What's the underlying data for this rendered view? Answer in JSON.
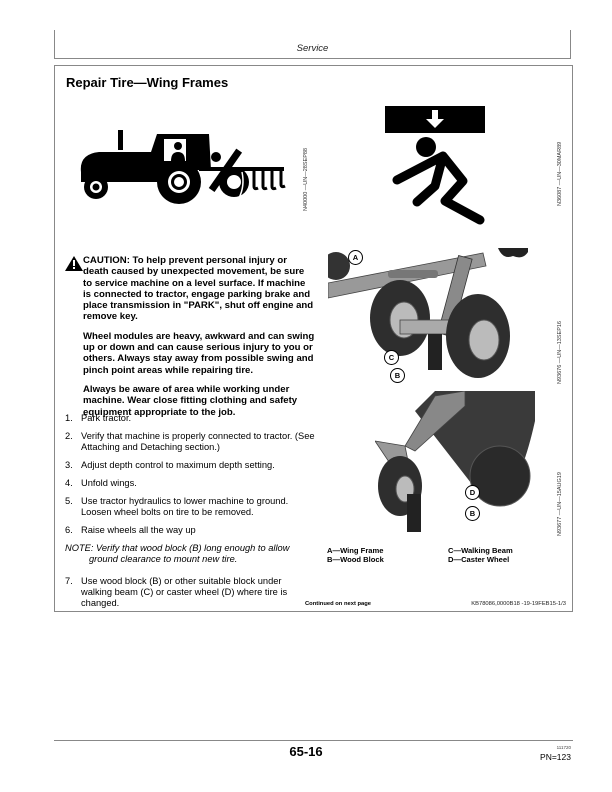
{
  "header": {
    "section": "Service"
  },
  "main": {
    "title": "Repair Tire—Wing Frames",
    "figures": [
      {
        "id": "N40000 —UN—28SEP88",
        "icon": "tractor-runover-icon"
      },
      {
        "id": "N36087 —UN—30MAR89",
        "icon": "falling-weight-crush-icon"
      },
      {
        "id": "N93676 —UN—13SEP16",
        "icon": "walking-beam-wheels-illustration",
        "callouts": [
          "A",
          "C",
          "B"
        ]
      },
      {
        "id": "N93677 —UN—15AUG19",
        "icon": "caster-wheel-illustration",
        "callouts": [
          "D",
          "B"
        ]
      }
    ],
    "caution": {
      "icon": "warning-triangle-icon",
      "paragraphs": [
        "CAUTION: To help prevent personal injury or death caused by unexpected movement, be sure to service machine on a level surface. If machine is connected to tractor, engage parking brake and place transmission in \"PARK\", shut off engine and remove key.",
        "Wheel modules are heavy, awkward and can swing up or down and can cause serious injury to you or others. Always stay away from possible swing and pinch point areas while repairing tire.",
        "Always be aware of area while working under machine. Wear close fitting clothing and safety equipment appropriate to the job."
      ]
    },
    "steps": [
      {
        "num": "1.",
        "text": "Park tractor."
      },
      {
        "num": "2.",
        "text": "Verify that machine is properly connected to tractor. (See Attaching and Detaching section.)"
      },
      {
        "num": "3.",
        "text": "Adjust depth control to maximum depth setting."
      },
      {
        "num": "4.",
        "text": "Unfold wings."
      },
      {
        "num": "5.",
        "text": "Use tractor hydraulics to lower machine to ground. Loosen wheel bolts on tire to be removed."
      },
      {
        "num": "6.",
        "text": "Raise wheels all the way up"
      }
    ],
    "note": {
      "first": "NOTE: Verify that wood block (B) long enough to allow",
      "cont": "ground clearance to mount new tire."
    },
    "step7": {
      "num": "7.",
      "text": "Use wood block (B) or other suitable block under walking beam (C) or caster wheel (D) where tire is changed."
    },
    "legend": [
      [
        "A—Wing Frame",
        "B—Wood Block"
      ],
      [
        "C—Walking Beam",
        "D—Caster Wheel"
      ]
    ],
    "continued": "Continued on next page",
    "ref_code": "KB78086,0000B18 -19-19FEB15-1/3"
  },
  "footer": {
    "page": "65-16",
    "code": "111720",
    "pn": "PN=123"
  }
}
